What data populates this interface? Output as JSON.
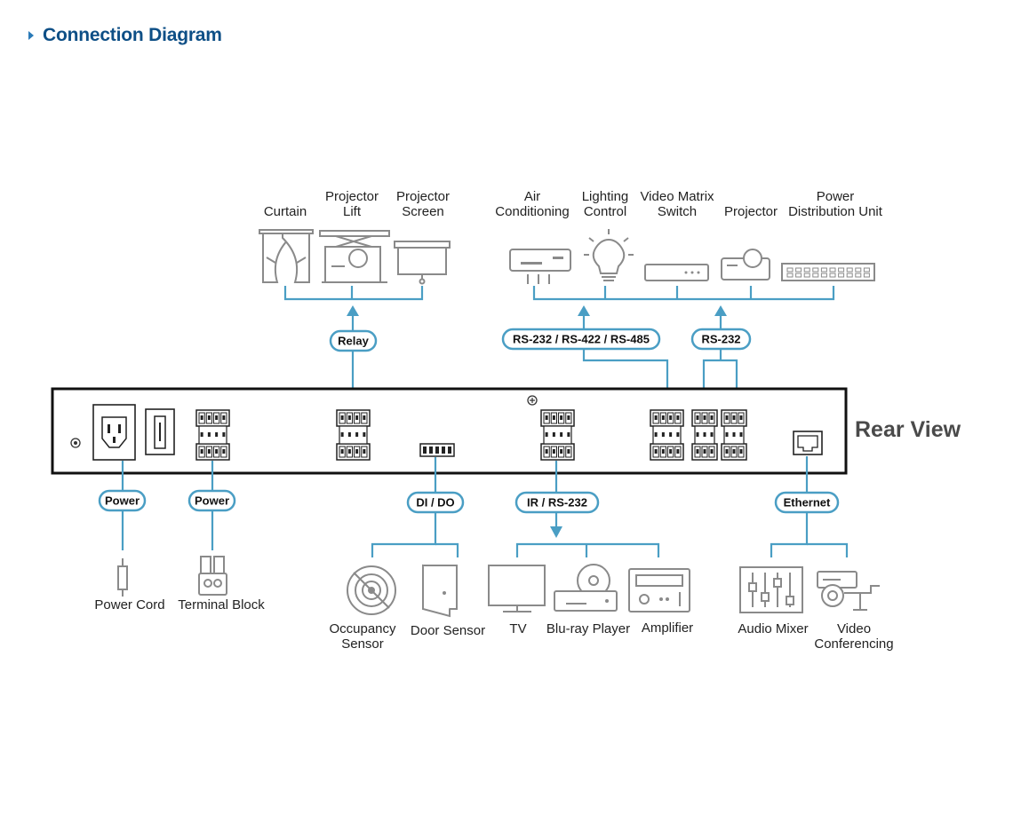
{
  "header": {
    "title": "Connection Diagram"
  },
  "rear_view_label": "Rear View",
  "pills": {
    "relay": "Relay",
    "rs_multi": "RS-232 / RS-422 / RS-485",
    "rs232": "RS-232",
    "power1": "Power",
    "power2": "Power",
    "dido": "DI / DO",
    "ir_rs232": "IR / RS-232",
    "ethernet": "Ethernet"
  },
  "top_devices": {
    "curtain": [
      "Curtain"
    ],
    "projector_lift": [
      "Projector",
      "Lift"
    ],
    "projector_screen": [
      "Projector",
      "Screen"
    ],
    "air_conditioning": [
      "Air",
      "Conditioning"
    ],
    "lighting_control": [
      "Lighting",
      "Control"
    ],
    "video_matrix": [
      "Video Matrix",
      "Switch"
    ],
    "projector": [
      "Projector"
    ],
    "pdu": [
      "Power",
      "Distribution Unit"
    ]
  },
  "bottom_devices": {
    "power_cord": [
      "Power Cord"
    ],
    "terminal_block": [
      "Terminal Block"
    ],
    "occupancy_sensor": [
      "Occupancy",
      "Sensor"
    ],
    "door_sensor": [
      "Door Sensor"
    ],
    "tv": [
      "TV"
    ],
    "bluray": [
      "Blu-ray Player"
    ],
    "amplifier": [
      "Amplifier"
    ],
    "audio_mixer": [
      "Audio Mixer"
    ],
    "video_conf": [
      "Video",
      "Conferencing"
    ]
  },
  "colors": {
    "accent": "#4a9ec4",
    "title": "#0e4f86",
    "device": "#8a8a8a"
  }
}
